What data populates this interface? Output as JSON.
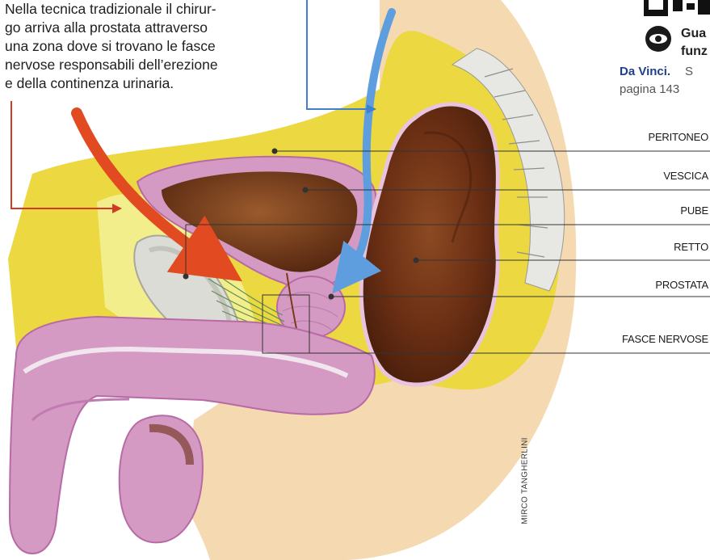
{
  "caption": {
    "lines": [
      "Nella tecnica tradizionale il chirur-",
      "go arriva alla prostata attraverso",
      "una zona dove si trovano le fasce",
      "nervose responsabili dell’erezione",
      "e della continenza urinaria."
    ]
  },
  "sidebar": {
    "text_line1": "Gua",
    "text_line2": "funz",
    "bold_text": "Da Vinci.",
    "tail_text": "S",
    "page_ref": "pagina 143"
  },
  "labels": [
    "PERITONEO",
    "VESCICA",
    "PUBE",
    "RETTO",
    "PROSTATA",
    "FASCE NERVOSE"
  ],
  "credit": "MIRCO TANGHERLINI",
  "colors": {
    "skin": "#f5d9b0",
    "fat_yellow": "#ecd840",
    "pink_tissue": "#d49ac3",
    "dark_organ": "#6b2f14",
    "red_arrow": "#e24a22",
    "blue_arrow": "#5e9ede"
  }
}
